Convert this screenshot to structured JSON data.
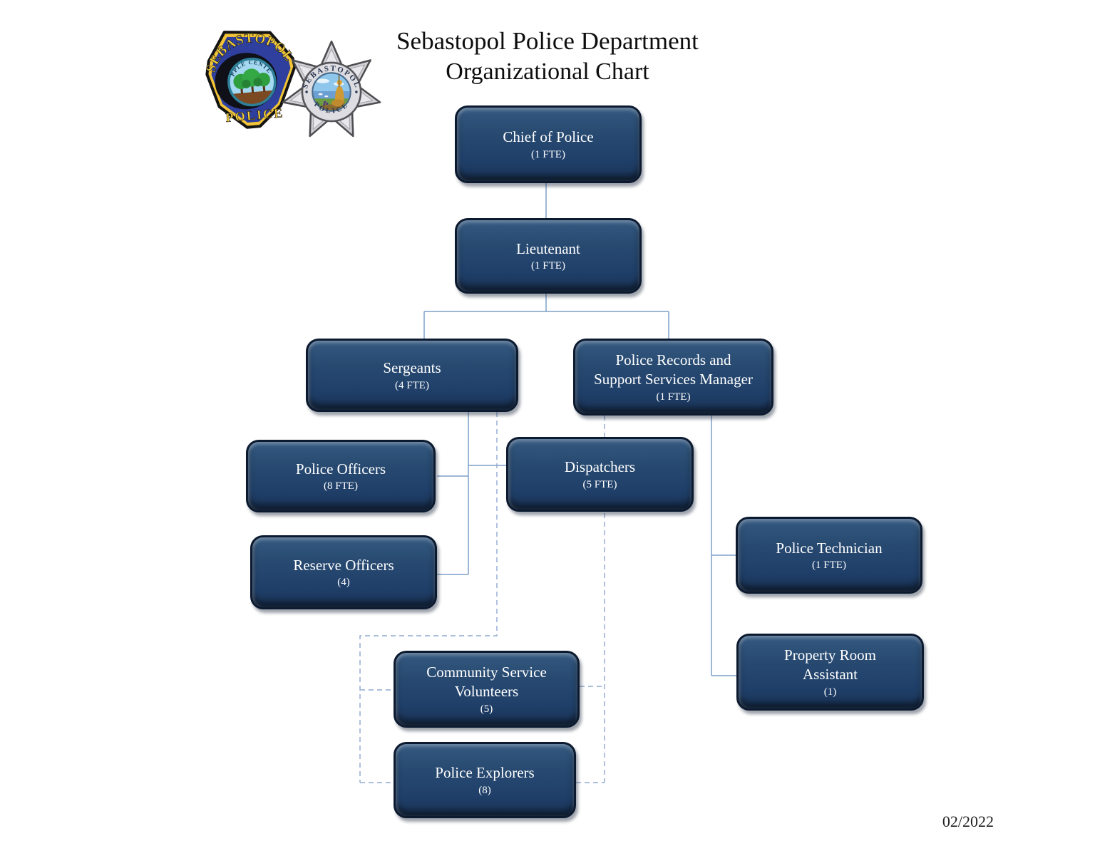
{
  "page": {
    "title_line1": "Sebastopol Police Department",
    "title_line2": "Organizational Chart",
    "date": "02/2022"
  },
  "logos": {
    "patch": {
      "top_text": "SEBASTOPOL",
      "center_text": "APPLE CENTER",
      "bottom_text": "POLICE"
    },
    "badge": {
      "top_text": "SEBASTOPOL",
      "bottom_text": "POLICE"
    }
  },
  "org": {
    "chief": {
      "title": "Chief of Police",
      "count": "(1 FTE)"
    },
    "lieutenant": {
      "title": "Lieutenant",
      "count": "(1 FTE)"
    },
    "sergeants": {
      "title": "Sergeants",
      "count": "(4 FTE)"
    },
    "records": {
      "title": "Police Records and Support Services Manager",
      "count": "(1 FTE)"
    },
    "officers": {
      "title": "Police Officers",
      "count": "(8 FTE)"
    },
    "dispatchers": {
      "title": "Dispatchers",
      "count": "(5 FTE)"
    },
    "reserve": {
      "title": "Reserve Officers",
      "count": "(4)"
    },
    "technician": {
      "title": "Police Technician",
      "count": "(1 FTE)"
    },
    "property": {
      "title": "Property Room Assistant",
      "count": "(1)"
    },
    "csv": {
      "title": "Community Service Volunteers",
      "count": "(5)"
    },
    "explorers": {
      "title": "Police Explorers",
      "count": "(8)"
    }
  },
  "colors": {
    "box_fill": "#24466e",
    "box_border": "#0c1a30",
    "connector_solid": "#7d9fc8",
    "connector_dashed": "#8fa9d0",
    "patch_blue": "#2e3f9e",
    "badge_gold": "#f2c437",
    "star_silver": "#d2d2d6"
  }
}
